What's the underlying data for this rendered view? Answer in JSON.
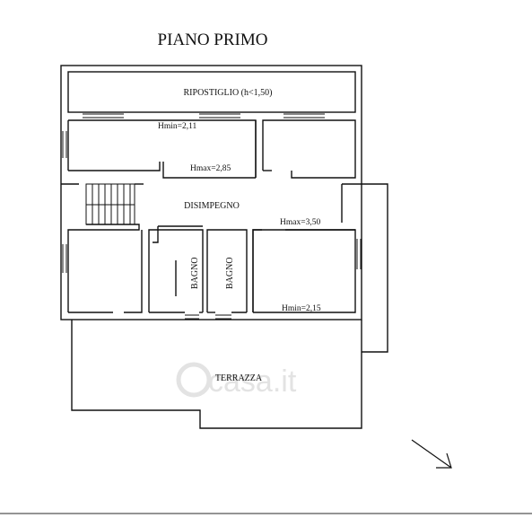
{
  "title": "PIANO PRIMO",
  "rooms": {
    "ripostiglio": "RIPOSTIGLIO (h<1,50)",
    "disimpegno": "DISIMPEGNO",
    "bagno_1": "BAGNO",
    "bagno_2": "BAGNO",
    "terrazza": "TERRAZZA"
  },
  "heights": {
    "hmin_top": "Hmin=2,11",
    "hmax_mid": "Hmax=2,85",
    "hmax_right": "Hmax=3,50",
    "hmin_bottom": "Hmin=2,15"
  },
  "watermark": {
    "text": "casa.it",
    "icon": "casa-logo-icon"
  },
  "icons": {
    "north_arrow": "north-arrow-icon",
    "stairs": "stairs-icon"
  }
}
